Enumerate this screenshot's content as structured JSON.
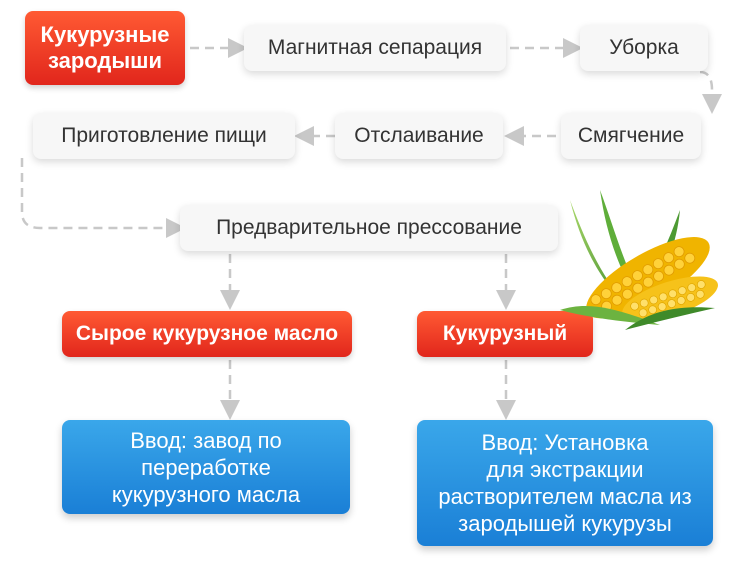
{
  "nodes": {
    "germ": "Кукурузные\nзародыши",
    "magnetic": "Магнитная сепарация",
    "harvest": "Уборка",
    "softening": "Смягчение",
    "flaking": "Отслаивание",
    "cooking": "Приготовление пищи",
    "prepress": "Предварительное прессование",
    "crude_oil": "Сырое кукурузное масло",
    "cake": "Кукурузный",
    "input_refinery": "Ввод: завод по\nпереработке\nкукурузного масла",
    "input_extraction": "Ввод: Установка\nдля экстракции\nрастворителем масла из\nзародышей кукурузы"
  },
  "colors": {
    "accent_red": "#e1261c",
    "accent_blue": "#1a7fd6",
    "connector": "#c8c8c8"
  },
  "illustration": "corn-cob-icon"
}
